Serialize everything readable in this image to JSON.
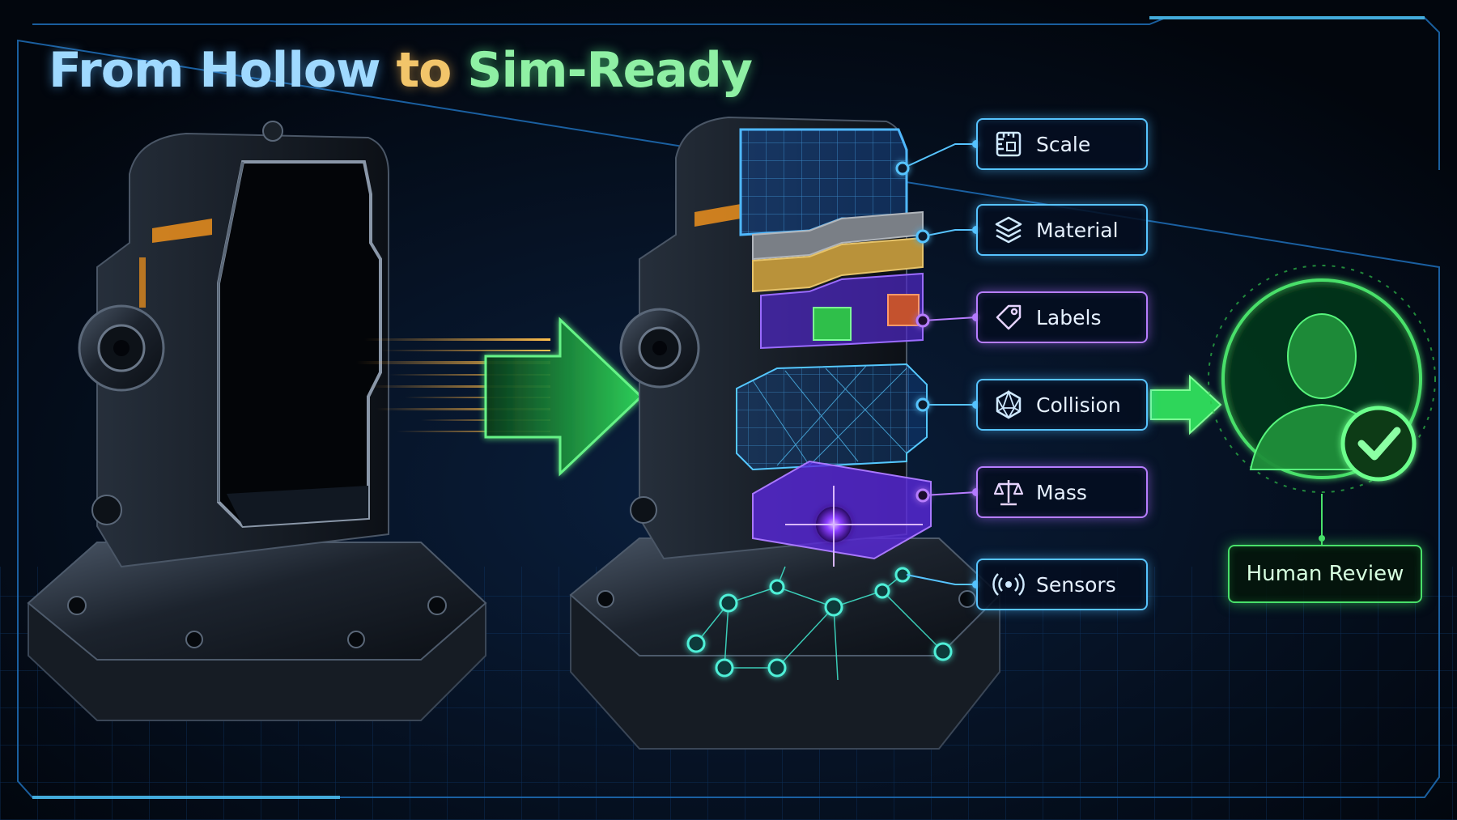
{
  "title": {
    "part1": "From Hollow",
    "part2": "to",
    "part3": "Sim-Ready"
  },
  "attributes": [
    {
      "label": "Scale",
      "icon": "ruler-icon",
      "color": "#57c4ff"
    },
    {
      "label": "Material",
      "icon": "layers-icon",
      "color": "#57c4ff"
    },
    {
      "label": "Labels",
      "icon": "tag-icon",
      "color": "#b77dff"
    },
    {
      "label": "Collision",
      "icon": "polyhedron-icon",
      "color": "#57c4ff"
    },
    {
      "label": "Mass",
      "icon": "balance-scale-icon",
      "color": "#b77dff"
    },
    {
      "label": "Sensors",
      "icon": "sensor-icon",
      "color": "#57c4ff"
    }
  ],
  "review": {
    "label": "Human Review",
    "icon": "person-check-icon",
    "color": "#49e06a"
  },
  "colors": {
    "background": "#02060d",
    "accent_blue": "#57c4ff",
    "accent_purple": "#b77dff",
    "accent_green": "#49e06a",
    "accent_orange": "#f2a43a"
  }
}
